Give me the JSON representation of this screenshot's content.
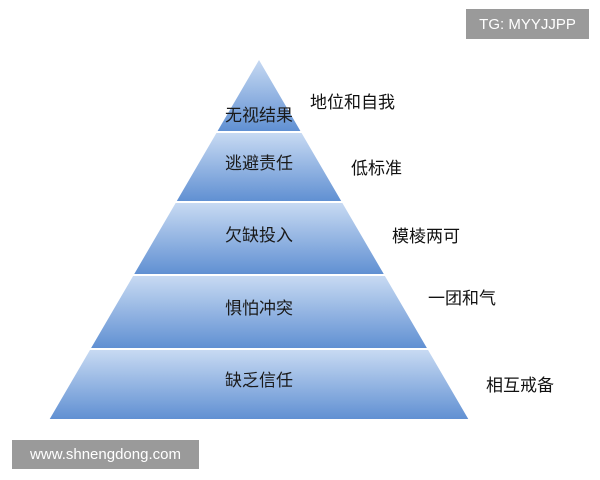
{
  "watermarks": {
    "top_right": "TG: MYYJJPP",
    "bottom_left": "www.shnengdong.com"
  },
  "colors": {
    "tier_light": "#c9dbf3",
    "tier_dark": "#5f8fd2",
    "divider": "#ffffff"
  },
  "pyramid": {
    "levels": [
      {
        "label": "无视结果",
        "annotation": "地位和自我"
      },
      {
        "label": "逃避责任",
        "annotation": "低标准"
      },
      {
        "label": "欠缺投入",
        "annotation": "模棱两可"
      },
      {
        "label": "惧怕冲突",
        "annotation": "一团和气"
      },
      {
        "label": "缺乏信任",
        "annotation": "相互戒备"
      }
    ]
  }
}
